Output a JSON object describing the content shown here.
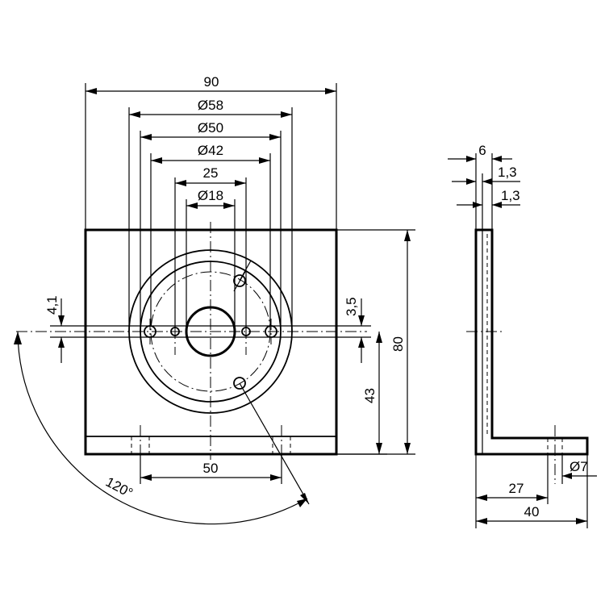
{
  "front_view": {
    "width": "90",
    "dia_58": "Ø58",
    "dia_50": "Ø50",
    "dia_42": "Ø42",
    "hole_spacing": "25",
    "dia_18": "Ø18",
    "offset_left": "4,1",
    "offset_right": "3,5",
    "height": "80",
    "center_height": "43",
    "slot_spacing": "50",
    "angle": "120°"
  },
  "side_view": {
    "thickness_total": "6",
    "thickness_1": "1,3",
    "thickness_2": "1,3",
    "hole_dia": "Ø7",
    "hole_pos": "27",
    "depth": "40"
  }
}
